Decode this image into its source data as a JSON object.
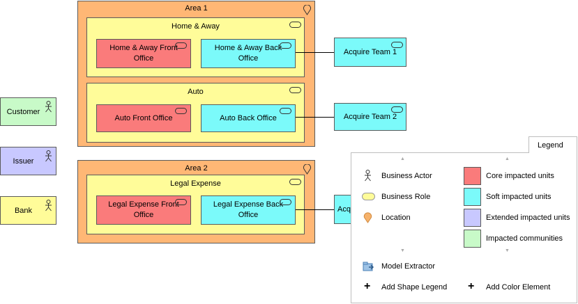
{
  "areas": [
    {
      "title": "Area 1"
    },
    {
      "title": "Area 2"
    }
  ],
  "groups": [
    {
      "title": "Home & Away"
    },
    {
      "title": "Auto"
    },
    {
      "title": "Legal Expense"
    }
  ],
  "units": {
    "ha_front": "Home & Away Front Office",
    "ha_back": "Home & Away Back Office",
    "auto_front": "Auto Front Office",
    "auto_back": "Auto Back Office",
    "le_front": "Legal Expense Front Office",
    "le_back": "Legal Expense Back Office"
  },
  "teams": [
    "Acquire Team 1",
    "Acquire Team 2",
    "Acqu"
  ],
  "actors": [
    "Customer",
    "Issuer",
    "Bank"
  ],
  "legend": {
    "tab": "Legend",
    "shapes": [
      "Business Actor",
      "Business Role",
      "Location"
    ],
    "colors": [
      "Core impacted units",
      "Soft impacted units",
      "Extended impacted units",
      "Impacted communities"
    ],
    "model_extractor": "Model Extractor",
    "add_shape": "Add Shape Legend",
    "add_color": "Add Color Element"
  },
  "colors": {
    "area": "#ffb775",
    "group": "#fffc99",
    "core": "#fa7b7b",
    "soft": "#7bfafa",
    "extended": "#c8c8ff",
    "community": "#c8fac8"
  },
  "icons": {
    "actor": "business-actor-icon",
    "role": "business-role-icon",
    "location": "location-icon"
  }
}
